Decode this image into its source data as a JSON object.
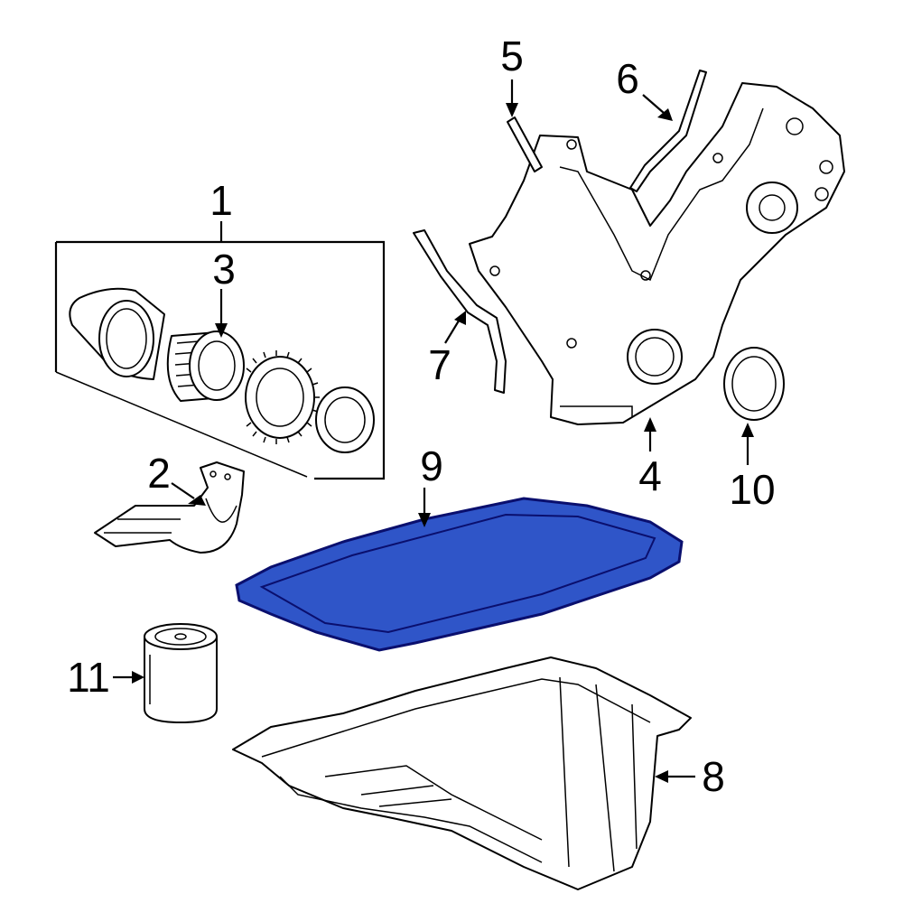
{
  "callouts": [
    {
      "id": "1",
      "label": "1"
    },
    {
      "id": "2",
      "label": "2"
    },
    {
      "id": "3",
      "label": "3"
    },
    {
      "id": "4",
      "label": "4"
    },
    {
      "id": "5",
      "label": "5"
    },
    {
      "id": "6",
      "label": "6"
    },
    {
      "id": "7",
      "label": "7"
    },
    {
      "id": "8",
      "label": "8"
    },
    {
      "id": "9",
      "label": "9"
    },
    {
      "id": "10",
      "label": "10"
    },
    {
      "id": "11",
      "label": "11"
    }
  ],
  "highlight": {
    "part": "9",
    "color": "#2f55c8",
    "outline": "#0a0f6e"
  }
}
